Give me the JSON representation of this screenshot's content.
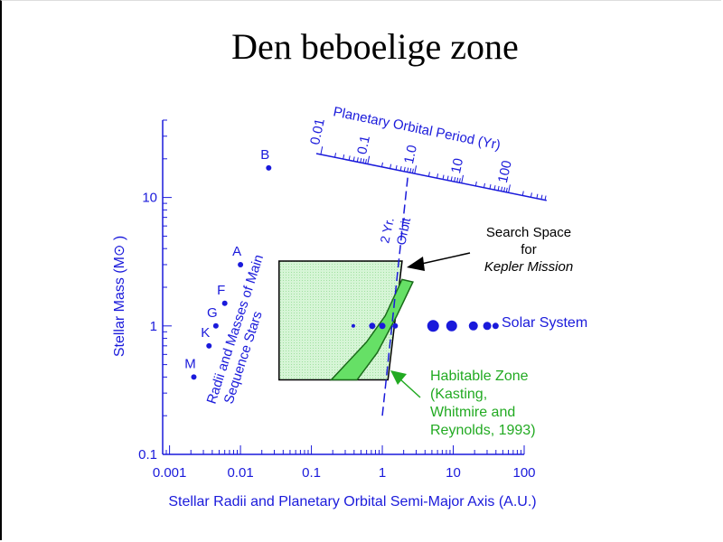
{
  "slide": {
    "title": "Den beboelige zone"
  },
  "colors": {
    "ink": "#1a1adb",
    "black": "#000000",
    "search_fill": "#d6f5d6",
    "hz_fill": "#66e066",
    "hz_stroke": "#1a6b1a",
    "hz_label": "#22aa22"
  },
  "chart_data": {
    "type": "scatter",
    "xscale": "log",
    "yscale": "log",
    "xlim": [
      0.0008,
      100
    ],
    "ylim": [
      0.1,
      40
    ],
    "xlabel": "Stellar Radii and Planetary Orbital Semi-Major Axis (A.U.)",
    "ylabel": "Stellar Mass (M⊙ )",
    "x_ticks": [
      {
        "value": 0.001,
        "label": "0.001"
      },
      {
        "value": 0.01,
        "label": "0.01"
      },
      {
        "value": 0.1,
        "label": "0.1"
      },
      {
        "value": 1,
        "label": "1"
      },
      {
        "value": 10,
        "label": "10"
      },
      {
        "value": 100,
        "label": "100"
      }
    ],
    "y_ticks": [
      {
        "value": 0.1,
        "label": "0.1"
      },
      {
        "value": 1,
        "label": "1"
      },
      {
        "value": 10,
        "label": "10"
      }
    ],
    "main_sequence": {
      "label_line1": "Radii and Masses of Main",
      "label_line2": "Sequence Stars",
      "stars": [
        {
          "name": "B",
          "x": 0.025,
          "y": 17
        },
        {
          "name": "A",
          "x": 0.01,
          "y": 3
        },
        {
          "name": "F",
          "x": 0.006,
          "y": 1.5
        },
        {
          "name": "G",
          "x": 0.0045,
          "y": 1.0
        },
        {
          "name": "K",
          "x": 0.0036,
          "y": 0.7
        },
        {
          "name": "M",
          "x": 0.0022,
          "y": 0.4
        }
      ]
    },
    "solar_system": {
      "label": "Solar System",
      "y": 1.0,
      "planets": [
        {
          "x": 0.39,
          "size": 2
        },
        {
          "x": 0.72,
          "size": 3.5
        },
        {
          "x": 1.0,
          "size": 3.5
        },
        {
          "x": 1.52,
          "size": 3
        },
        {
          "x": 5.2,
          "size": 6.5
        },
        {
          "x": 9.5,
          "size": 6
        },
        {
          "x": 19.2,
          "size": 5
        },
        {
          "x": 30.1,
          "size": 4.5
        },
        {
          "x": 39.5,
          "size": 3.5
        }
      ]
    },
    "search_space": {
      "label_line1": "Search Space",
      "label_line2": "for",
      "label_line3": "Kepler Mission",
      "polygon": [
        [
          0.035,
          3.2
        ],
        [
          1.9,
          3.2
        ],
        [
          1.2,
          0.38
        ],
        [
          0.035,
          0.38
        ]
      ]
    },
    "habitable_zone": {
      "label_line1": "Habitable Zone",
      "label_line2": "(Kasting,",
      "label_line3": "Whitmire and",
      "label_line4": "Reynolds, 1993)",
      "polygon": [
        [
          0.19,
          0.38
        ],
        [
          0.6,
          0.75
        ],
        [
          1.1,
          1.2
        ],
        [
          1.9,
          2.3
        ],
        [
          2.7,
          2.2
        ],
        [
          1.6,
          1.2
        ],
        [
          0.85,
          0.62
        ],
        [
          0.44,
          0.38
        ]
      ]
    },
    "period_axis": {
      "title": "Planetary Orbital Period (Yr)",
      "ticks": [
        {
          "label": "0.01",
          "period": 0.01
        },
        {
          "label": "0.1",
          "period": 0.1
        },
        {
          "label": "1.0",
          "period": 1
        },
        {
          "label": "10",
          "period": 10
        },
        {
          "label": "100",
          "period": 100
        }
      ]
    },
    "two_year_orbit": {
      "label_line1": "2 Yr.",
      "label_line2": "Orbit",
      "points": [
        [
          1.0,
          0.2
        ],
        [
          2.3,
          15
        ]
      ]
    }
  }
}
